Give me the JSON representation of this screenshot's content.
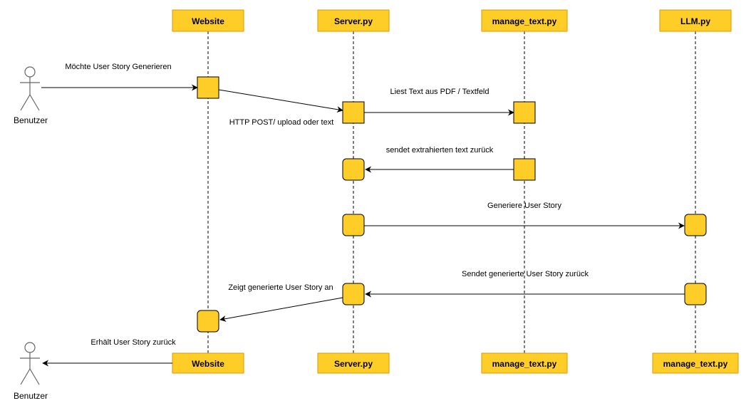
{
  "colors": {
    "participant_fill": "#ffcd28",
    "participant_border": "#d79b00",
    "activation_fill": "#ffcd28",
    "line": "#000000",
    "actor": "#666666"
  },
  "actors": {
    "top_label": "Benutzer",
    "bottom_label": "Benutzer"
  },
  "participants_top": [
    "Website",
    "Server.py",
    "manage_text.py",
    "LLM.py"
  ],
  "participants_bottom": [
    "Website",
    "Server.py",
    "manage_text.py",
    "manage_text.py"
  ],
  "messages": [
    "Möchte User Story Generieren",
    "HTTP POST/ upload oder text",
    "Liest Text aus PDF / Textfeld",
    "sendet extrahierten text zurück",
    "Generiere User Story",
    "Sendet generierte User Story zurück",
    "Zeigt generierte User Story an",
    "Erhält User Story zurück"
  ]
}
